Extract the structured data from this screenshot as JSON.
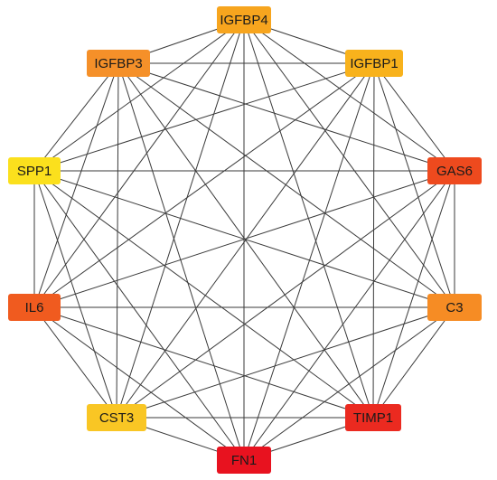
{
  "network": {
    "nodes": [
      {
        "id": "n-igfbp4",
        "label": "IGFBP4",
        "color": "#F7A51E"
      },
      {
        "id": "n-igfbp3",
        "label": "IGFBP3",
        "color": "#F59029"
      },
      {
        "id": "n-igfbp1",
        "label": "IGFBP1",
        "color": "#F8B21C"
      },
      {
        "id": "n-spp1",
        "label": "SPP1",
        "color": "#FBE01D"
      },
      {
        "id": "n-gas6",
        "label": "GAS6",
        "color": "#EE4A1E"
      },
      {
        "id": "n-il6",
        "label": "IL6",
        "color": "#F05B1F"
      },
      {
        "id": "n-c3",
        "label": "C3",
        "color": "#F68C24"
      },
      {
        "id": "n-cst3",
        "label": "CST3",
        "color": "#F9C624"
      },
      {
        "id": "n-timp1",
        "label": "TIMP1",
        "color": "#EB2A20"
      },
      {
        "id": "n-fn1",
        "label": "FN1",
        "color": "#E8121F"
      }
    ],
    "edge_color": "#3a3a3a",
    "fully_connected": true
  }
}
